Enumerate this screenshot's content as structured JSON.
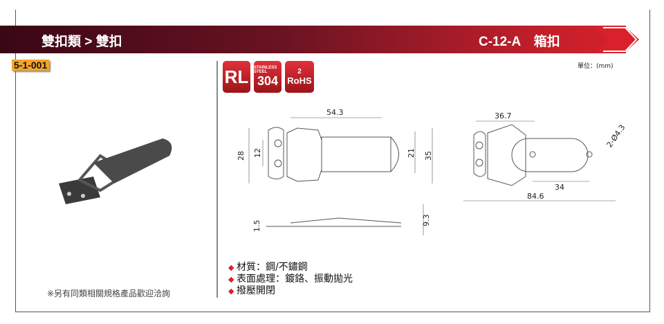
{
  "header": {
    "title": "雙扣類 > 雙扣",
    "code": "C-12-A 箱扣"
  },
  "product_code": "5-1-001",
  "unit": "單位：(mm)",
  "badges": {
    "rl": "RL",
    "steel_top": "STAINLESS STEEL",
    "steel_grade": "304",
    "rohs": "RoHS",
    "rohs_num": "2"
  },
  "dims": {
    "d1": "54.3",
    "d2": "28",
    "d3": "12",
    "d4": "21",
    "d5": "35",
    "d6": "36.7",
    "d7": "2-Ø4.3",
    "d8": "34",
    "d9": "84.6",
    "d10": "1.5",
    "d11": "9.3"
  },
  "specs": [
    "材質：鋼/不鏽鋼",
    "表面處理：鍍鉻、振動拋光",
    "撥壓開閉"
  ],
  "note": "※另有同類相關規格產品歡迎洽詢"
}
